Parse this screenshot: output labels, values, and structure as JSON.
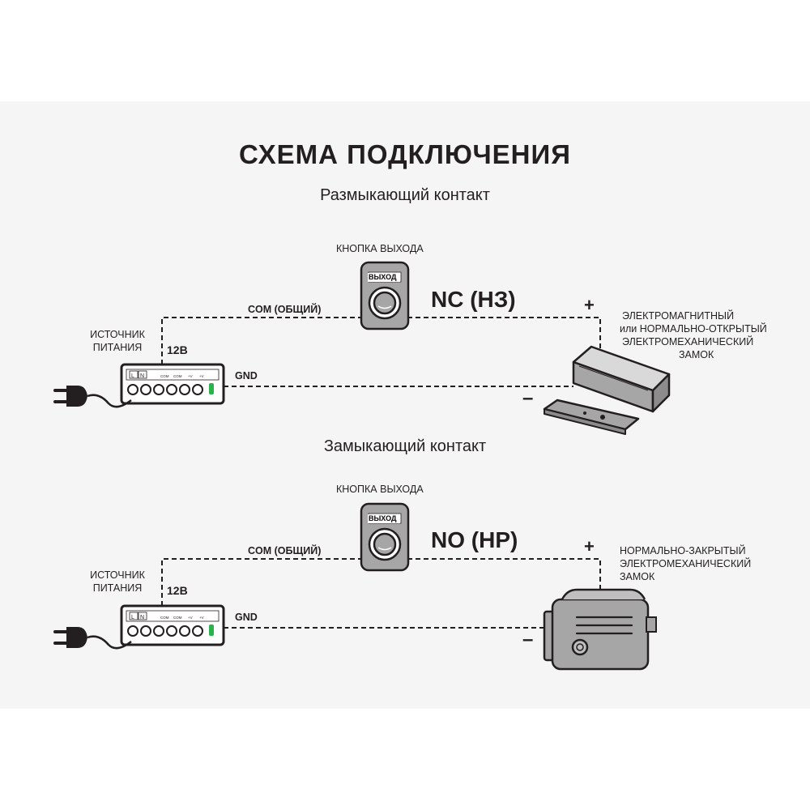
{
  "title": "СХЕМА ПОДКЛЮЧЕНИЯ",
  "colors": {
    "ink": "#231f20",
    "body_gray": "#a6a6a6",
    "led_green": "#29b34a"
  },
  "sections": [
    {
      "name": "Размыкающий контакт",
      "button_label": "КНОПКА ВЫХОДА",
      "button_text": "ВЫХОД",
      "contact": "NC (НЗ)",
      "com": "COM (ОБЩИЙ)",
      "gnd": "GND",
      "voltage": "12В",
      "source_label": [
        "ИСТОЧНИК",
        "ПИТАНИЯ"
      ],
      "terminal_labels": [
        "L",
        "N",
        "COM",
        "COM",
        "+V",
        "+V"
      ],
      "plus": "+",
      "minus": "–",
      "lock_label": [
        "ЭЛЕКТРОМАГНИТНЫЙ",
        "или НОРМАЛЬНО-ОТКРЫТЫЙ",
        "ЭЛЕКТРОМЕХАНИЧЕСКИЙ",
        "ЗАМОК"
      ],
      "lock_icon": "electromagnetic-lock-icon"
    },
    {
      "name": "Замыкающий контакт",
      "button_label": "КНОПКА ВЫХОДА",
      "button_text": "ВЫХОД",
      "contact": "NO (НР)",
      "com": "COM (ОБЩИЙ)",
      "gnd": "GND",
      "voltage": "12В",
      "source_label": [
        "ИСТОЧНИК",
        "ПИТАНИЯ"
      ],
      "terminal_labels": [
        "L",
        "N",
        "COM",
        "COM",
        "+V",
        "+V"
      ],
      "plus": "+",
      "minus": "–",
      "lock_label": [
        "НОРМАЛЬНО-ЗАКРЫТЫЙ",
        "ЭЛЕКТРОМЕХАНИЧЕСКИЙ",
        "ЗАМОК"
      ],
      "lock_icon": "electromechanical-lock-icon"
    }
  ]
}
